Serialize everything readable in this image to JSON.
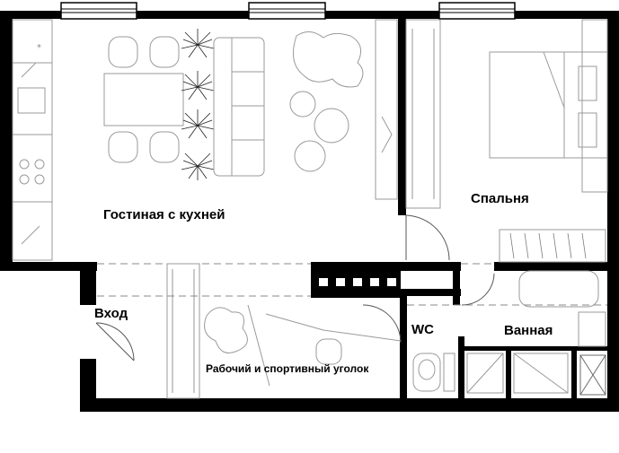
{
  "plan": {
    "rooms": {
      "living_kitchen": "Гостиная с кухней",
      "bedroom": "Спальня",
      "entrance": "Вход",
      "wc": "WC",
      "bathroom": "Ванная",
      "work_sport_corner": "Рабочий и спортивный уголок"
    },
    "colors": {
      "walls": "#000000",
      "furniture": "#9a9a9a",
      "background": "#ffffff"
    }
  }
}
